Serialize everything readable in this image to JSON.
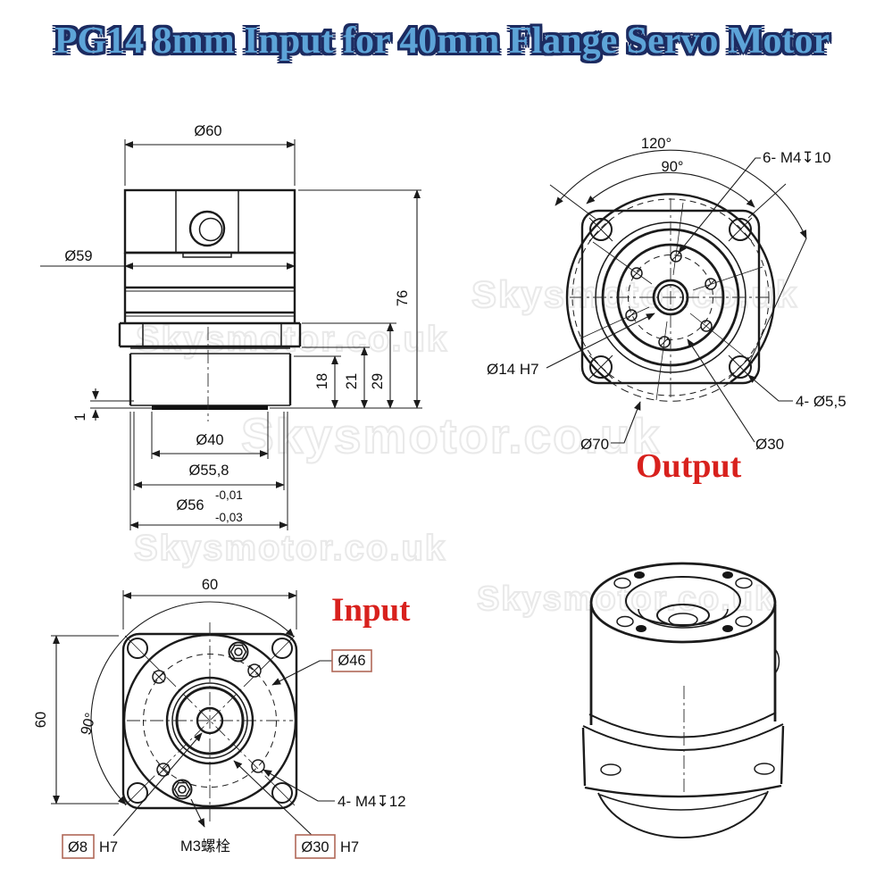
{
  "title": "PG14 8mm Input for 40mm Flange Servo Motor",
  "watermark": "Skysmotor.co.uk",
  "colors": {
    "title_fill": "#5da4d8",
    "title_outline": "#1c2b60",
    "accent_red": "#d8211d",
    "line": "#1b1b1b",
    "dim_box_border": "#b06858"
  },
  "side_view": {
    "dia_top": "Ø60",
    "dia_flange": "Ø59",
    "height": "76",
    "h_step1": "18",
    "h_step2": "21",
    "h_step3": "29",
    "protrusion": "1",
    "dia_shaft_face": "Ø40",
    "dia_pilot": "Ø55,8",
    "dia_body": "Ø56",
    "tol_upper": "-0,01",
    "tol_lower": "-0,03"
  },
  "output_view": {
    "label": "Output",
    "angle_outer": "120°",
    "angle_inner": "90°",
    "tapped_holes": "6- M4↧10",
    "bore": "Ø14  H7",
    "corner_holes": "4- Ø5,5",
    "dia_body": "Ø70",
    "dia_bolt_circle": "Ø30"
  },
  "input_view": {
    "label": "Input",
    "width": "60",
    "height": "60",
    "angle": "90°",
    "dia_bolt_circle": "Ø46",
    "tapped_holes": "4- M4↧12",
    "dia_bore": "Ø8",
    "bore_fit": "H7",
    "bolt_label": "M3螺栓",
    "dia_recess": "Ø30",
    "recess_fit": "H7"
  }
}
